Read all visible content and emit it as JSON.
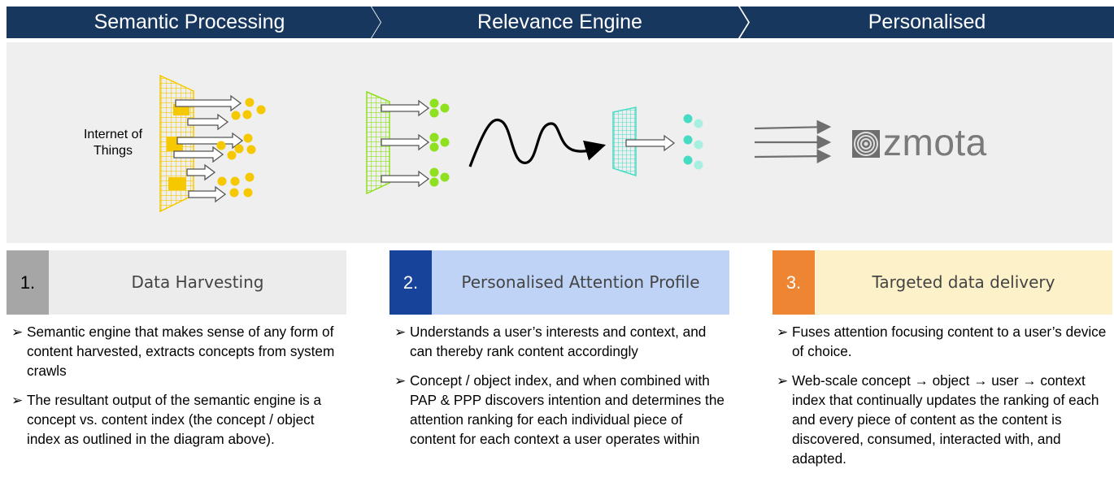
{
  "headers": [
    "Semantic Processing",
    "Relevance Engine",
    "Personalised"
  ],
  "diagram": {
    "iot_label_line1": "Internet of",
    "iot_label_line2": "Things",
    "logo_text": "zmota"
  },
  "steps": [
    {
      "number": "1.",
      "label": "Data Harvesting",
      "num_color": "#a6a6a6",
      "label_bg": "#ececec"
    },
    {
      "number": "2.",
      "label": "Personalised Attention Profile",
      "num_color": "#17449a",
      "label_bg": "#bed3f5"
    },
    {
      "number": "3.",
      "label": "Targeted data delivery",
      "num_color": "#ee8533",
      "label_bg": "#fdf1c9"
    }
  ],
  "bullets": [
    [
      "Semantic engine that makes sense of any form of content harvested, extracts concepts from system crawls",
      "The resultant output of the semantic engine is a concept vs. content index (the concept / object index as outlined in the diagram above)."
    ],
    [
      "Understands a user’s interests and context, and can thereby rank content accordingly",
      "Concept / object index, and when combined with PAP & PPP discovers intention and determines the attention ranking for each individual piece of content for each context a user operates within"
    ],
    [
      "Fuses attention focusing content to a user’s device of choice.",
      "Web-scale concept → object → user → context index that continually updates the ranking of each and every piece of content as the content is discovered, consumed, interacted with, and adapted."
    ]
  ],
  "bullet_marker": "➢",
  "colors": {
    "header_bg": "#17375e",
    "yellow": "#f5c800",
    "green": "#8fe01e",
    "teal": "#46dcc4",
    "arrow_gray": "#6f6f6f"
  }
}
